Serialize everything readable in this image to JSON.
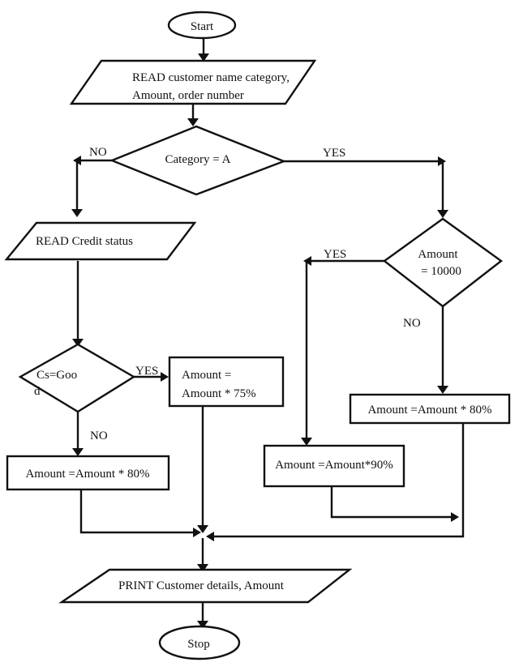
{
  "nodes": {
    "start": {
      "text": "Start"
    },
    "read_input": {
      "line1": "READ customer name category,",
      "line2": "Amount, order number"
    },
    "decision_category": {
      "text": "Category = A"
    },
    "read_credit": {
      "text": "READ Credit status"
    },
    "decision_amount": {
      "line1": "Amount",
      "line2": "= 10000"
    },
    "decision_credit": {
      "line1": "Cs=Goo",
      "line2": "d"
    },
    "process_75": {
      "line1": "Amount =",
      "line2": "Amount * 75%"
    },
    "process_80_left": {
      "text": "Amount =Amount * 80%"
    },
    "process_90": {
      "text": "Amount =Amount*90%"
    },
    "process_80_right": {
      "text": "Amount =Amount * 80%"
    },
    "print_output": {
      "text": "PRINT Customer details, Amount"
    },
    "stop": {
      "text": "Stop"
    }
  },
  "edge_labels": {
    "category_no": "NO",
    "category_yes": "YES",
    "amount_yes": "YES",
    "amount_no": "NO",
    "credit_yes": "YES",
    "credit_no": "NO"
  }
}
